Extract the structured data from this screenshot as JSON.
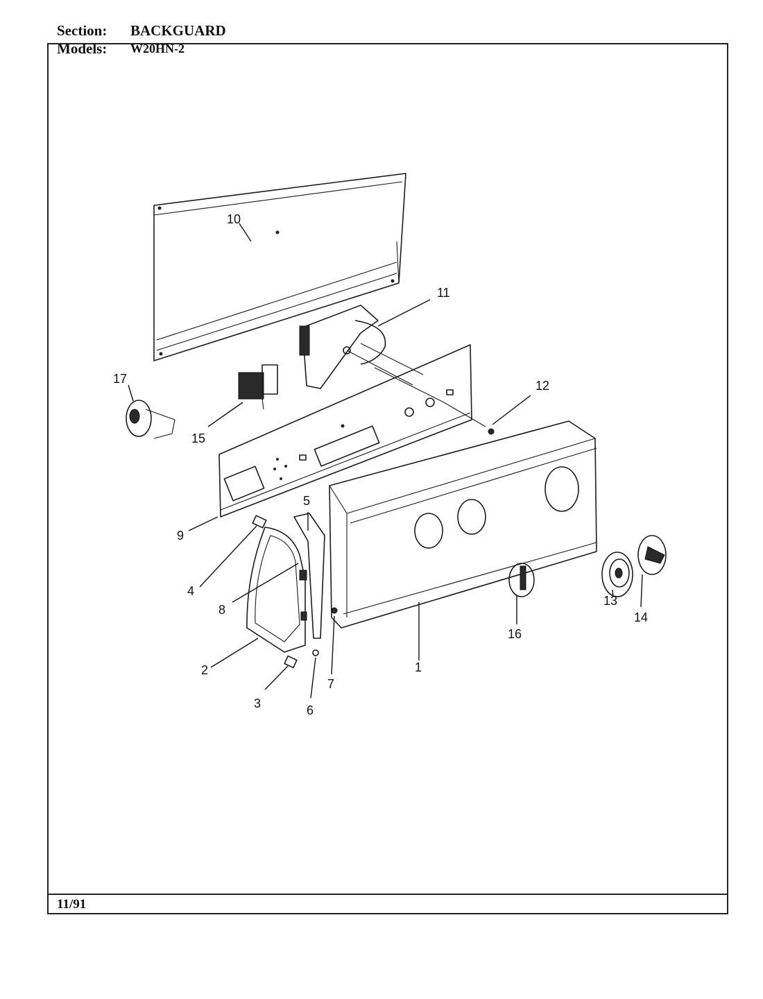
{
  "header": {
    "section_label": "Section:",
    "section_value": "BACKGUARD",
    "models_label": "Models:",
    "models_value": "W20HN-2"
  },
  "footer": {
    "date": "11/91"
  },
  "callouts": [
    "1",
    "2",
    "3",
    "4",
    "5",
    "6",
    "7",
    "8",
    "9",
    "10",
    "11",
    "12",
    "13",
    "14",
    "15",
    "16",
    "17"
  ]
}
